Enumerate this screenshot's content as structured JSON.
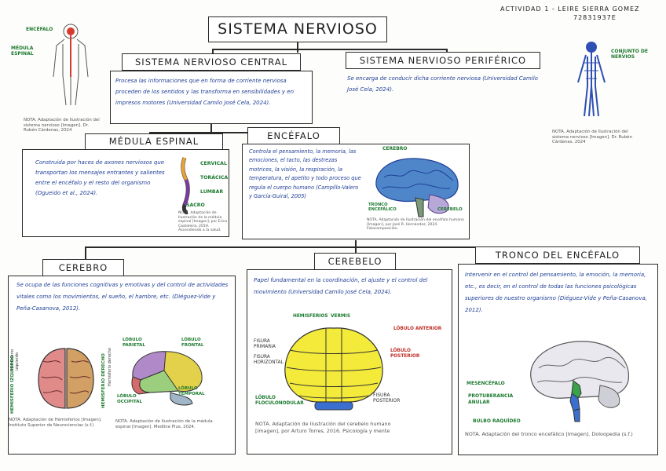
{
  "header": {
    "author": "ACTIVIDAD 1 - LEIRE SIERRA GOMEZ",
    "id": "72831937E"
  },
  "main_title": "SISTEMA NERVIOSO",
  "snc": {
    "title": "SISTEMA NERVIOSO CENTRAL",
    "text": "Procesa las informaciones que en forma de corriente nerviosa proceden de los sentidos y las transforma en sensibilidades y en impresos motores (Universidad Camilo José Cela, 2024).",
    "figure_labels": {
      "encefalo": "ENCÉFALO",
      "medula": "MÉDULA ESPINAL"
    },
    "note": "NOTA. Adaptación de Ilustración del sistema nervioso [Imagen]. Dr. Rubén Cárdenas, 2024"
  },
  "snp": {
    "title": "SISTEMA NERVIOSO PERIFÉRICO",
    "text": "Se encarga de conducir dicha corriente nerviosa (Universidad Camilo José Cela, 2024).",
    "figure_label": "CONJUNTO DE NERVIOS",
    "note": "NOTA. Adaptación de Ilustración del sistema nervioso [Imagen]. Dr. Rubén Cárdenas, 2024"
  },
  "medula": {
    "title": "MÉDULA ESPINAL",
    "text": "Construida por haces de axones nerviosos que transportan los mensajes entrantes y salientes entre el encéfalo y el resto del organismo (Ogueido et al., 2024).",
    "labels": [
      "CERVICAL",
      "TORÁCICA",
      "LUMBAR",
      "SACRO"
    ],
    "note": "NOTA. Adaptación de Ilustración de la médula espinal [Imagen], por Erica Casteleira, 2019. Ascendiendo a la salud."
  },
  "encefalo": {
    "title": "ENCÉFALO",
    "text": "Controla el pensamiento, la memoria, las emociones, el tacto, las destrezas motrices, la visión, la respiración, la temperatura, el apetito y todo proceso que regula el cuerpo humano (Campillo-Valero y García-Guiral, 2005)",
    "labels": {
      "cerebro": "CEREBRO",
      "tronco": "TRONCO ENCEFÁLICO",
      "cerebelo": "CEREBELO"
    },
    "note": "NOTA. Adaptación de Ilustración del encéfalo humano [Imagen], por José R. Hernández, 2024. Fotocomposición."
  },
  "cerebro": {
    "title": "CEREBRO",
    "text": "Se ocupa de las funciones cognitivas y emotivas y del control de actividades vitales como los movimientos, el sueño, el hambre, etc. (Diéguez-Vide y Peña-Casanova, 2012).",
    "labels": {
      "left_hemi": "HEMISFERIO IZQUIERDO",
      "right_hemi": "HEMISFERIO DERECHO",
      "vert_left": "Hemisferio izquierdo",
      "vert_right": "Hemisferio derecho",
      "parietal": "LÓBULO PARIETAL",
      "frontal": "LÓBULO FRONTAL",
      "temporal": "LÓBULO TEMPORAL",
      "occipital": "LÓBULO OCCIPITAL"
    },
    "note1": "NOTA. Adaptación de Hemisferios [Imagen]. Instituto Superior de Neurociencias (s.f.)",
    "note2": "NOTA. Adaptación de Ilustración de la médula espinal [Imagen]. Medline Plus, 2024."
  },
  "cerebelo": {
    "title": "CEREBELO",
    "text": "Papel fundamental en la coordinación, el ajuste y el control del movimiento (Universidad Camilo José Cela, 2024).",
    "labels": {
      "hemisferios": "HEMISFERIOS",
      "vermis": "VERMIS",
      "lobulo_ant": "LÓBULO ANTERIOR",
      "lobulo_post": "LÓBULO POSTERIOR",
      "fisura_primaria": "FISURA PRIMARIA",
      "fisura_horiz": "FISURA HORIZONTAL",
      "fisura_post": "FISURA POSTERIOR",
      "floculo": "LÓBULO FLOCULONODULAR"
    },
    "note": "NOTA. Adaptación de Ilustración del cerebelo humano [Imagen], por Arturo Torres, 2016. Psicología y mente"
  },
  "tronco": {
    "title": "TRONCO DEL ENCÉFALO",
    "text": "Intervenir en el control del pensamiento, la emoción, la memoria, etc., es decir, en el control de todas las funciones psicológicas superiores de nuestro organismo (Diéguez-Vide y Peña-Casanova, 2012).",
    "labels": {
      "mesencefalo": "MESENCÉFALO",
      "protuberancia": "PROTUBERANCIA ANULAR",
      "bulbo": "BULBO RAQUÍDEO"
    },
    "note": "NOTA. Adaptación del tronco encefálico [Imagen]. Doloopedia (s.f.)"
  },
  "colors": {
    "ink_blue": "#1f3f97",
    "label_green": "#1c7a2f",
    "label_red": "#c0302a"
  }
}
